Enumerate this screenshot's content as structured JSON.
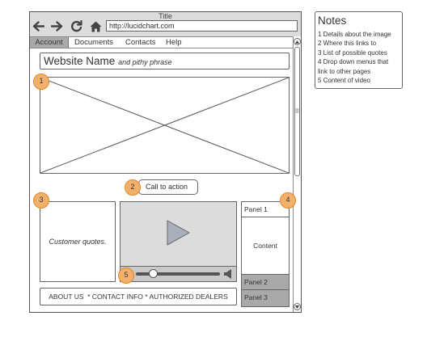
{
  "browser": {
    "title": "Title",
    "url": "http://lucidchart.com",
    "nav_icons": [
      "back-arrow-icon",
      "forward-arrow-icon",
      "refresh-icon",
      "home-icon"
    ]
  },
  "menu": {
    "items": [
      {
        "label": "Account",
        "selected": true
      },
      {
        "label": "Documents",
        "selected": false
      },
      {
        "label": "Contacts",
        "selected": false
      },
      {
        "label": "Help",
        "selected": false
      }
    ]
  },
  "header": {
    "site_name": "Website Name",
    "tagline": "and pithy phrase"
  },
  "badges": [
    "1",
    "2",
    "3",
    "4",
    "5"
  ],
  "call_to_action": "Call to action",
  "quotes_text": "Customer quotes.",
  "video": {
    "play_icon": "play-icon",
    "volume_icon": "speaker-icon",
    "progress": 0.21
  },
  "panels": {
    "panel1": "Panel 1",
    "content": "Content",
    "panel2": "Panel 2",
    "panel3": "Panel 3"
  },
  "footer_text": "ABOUT US  * CONTACT INFO * AUTHORIZED DEALERS",
  "notes": {
    "title": "Notes",
    "lines": [
      "1 Details about the image",
      "2 Where this links to",
      "3 List of possible quotes",
      "4 Drop down menus that",
      "link to other pages",
      "5 Content of video"
    ]
  },
  "colors": {
    "badge_fill": "#f2b06a",
    "badge_stroke": "#e0882a",
    "selected_gray": "#a9a9a9",
    "video_bg": "#dcdcdc",
    "line": "#555555"
  }
}
